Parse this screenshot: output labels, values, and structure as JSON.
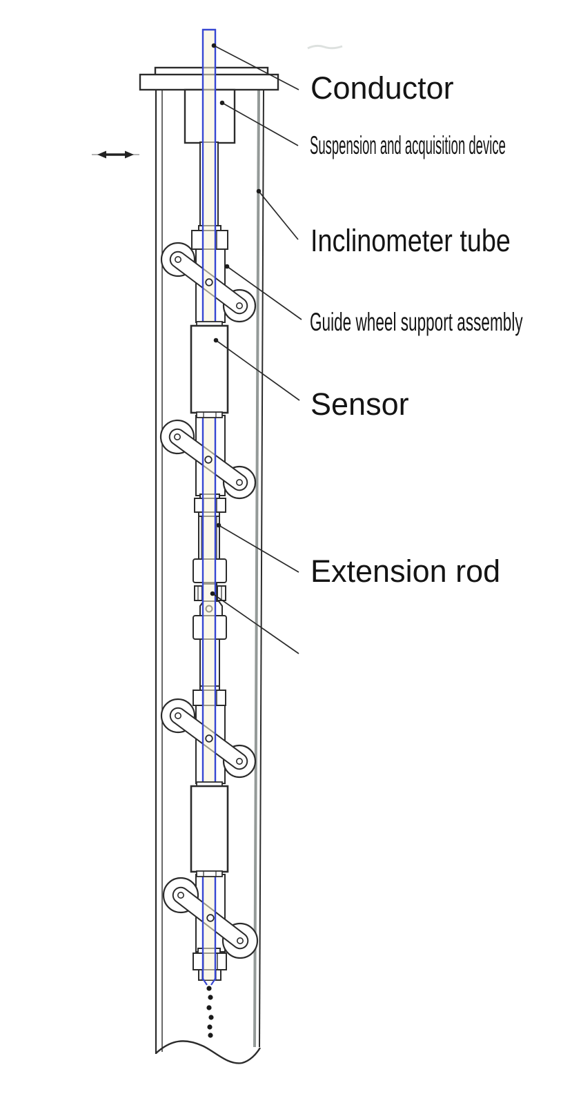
{
  "figure": {
    "labels": {
      "conductor": "Conductor",
      "suspension": "Suspension and acquisition device",
      "inclinometer_tube": "Inclinometer tube",
      "guide_wheel": "Guide wheel support assembly",
      "sensor": "Sensor",
      "extension_rod": "Extension rod"
    },
    "colors": {
      "conductor_blue": "#3646d2",
      "conductor_fill": "#f8f3d7",
      "outline": "#2b2b2b",
      "tube_wall_gray": "#949a98"
    }
  }
}
